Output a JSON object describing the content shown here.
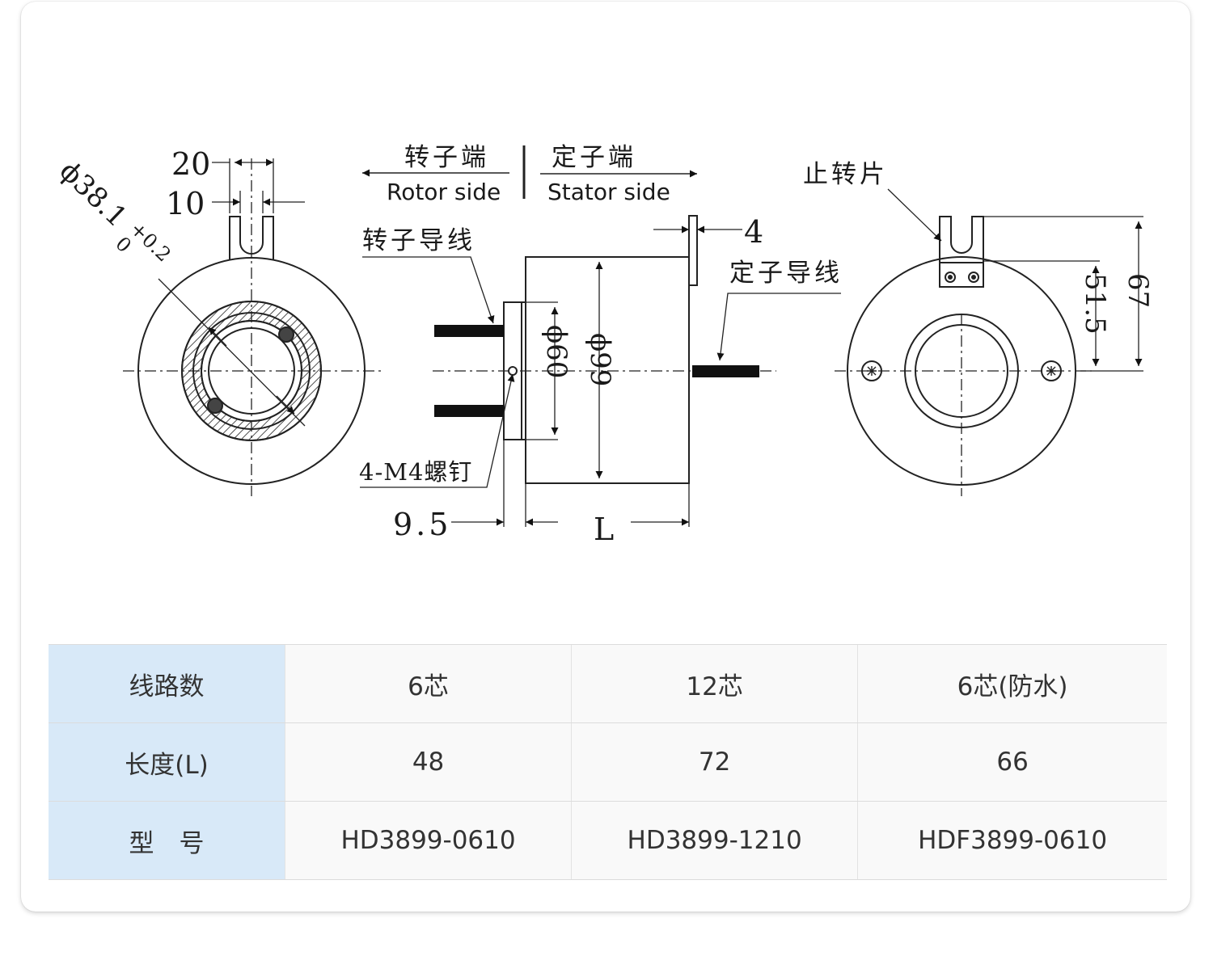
{
  "drawing": {
    "labels": {
      "rotor_side_cn": "转子端",
      "stator_side_cn": "定子端",
      "rotor_side_en": "Rotor side",
      "stator_side_en": "Stator side",
      "rotor_wire": "转子导线",
      "stator_wire": "定子导线",
      "screw": "4-M4螺钉",
      "stop_plate": "止转片"
    },
    "dimensions": {
      "tab_width": "20",
      "slot_width": "10",
      "bore_prefix": "ϕ38.1",
      "bore_tol_upper": "+0.2",
      "bore_tol_lower": "0",
      "flange_thickness": "4",
      "flange_offset": "9.5",
      "length": "L",
      "flange_dia": "ϕ60",
      "body_dia": "ϕ99",
      "tab_height_inner": "51.5",
      "tab_height_total": "67"
    }
  },
  "table": {
    "rows": [
      {
        "header": "线路数",
        "cells": [
          "6芯",
          "12芯",
          "6芯(防水)"
        ]
      },
      {
        "header": "长度(L)",
        "cells": [
          "48",
          "72",
          "66"
        ]
      },
      {
        "header": "型　号",
        "cells": [
          "HD3899-0610",
          "HD3899-1210",
          "HDF3899-0610"
        ]
      }
    ]
  }
}
